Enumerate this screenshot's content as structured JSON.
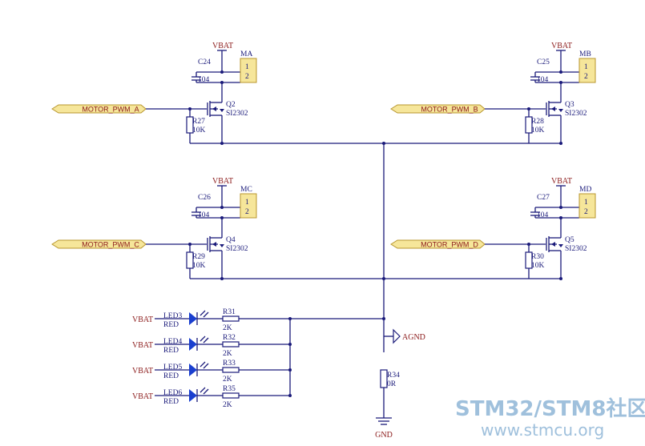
{
  "motor_channels": [
    {
      "pwm_label": "MOTOR_PWM_A",
      "transistor": "Q2",
      "part": "SI2302",
      "resistor": "R27",
      "resistor_value": "10K",
      "cap": "C24",
      "cap_value": "104",
      "connector": "MA",
      "supply": "VBAT",
      "pins": [
        "1",
        "2"
      ]
    },
    {
      "pwm_label": "MOTOR_PWM_B",
      "transistor": "Q3",
      "part": "SI2302",
      "resistor": "R28",
      "resistor_value": "10K",
      "cap": "C25",
      "cap_value": "104",
      "connector": "MB",
      "supply": "VBAT",
      "pins": [
        "1",
        "2"
      ]
    },
    {
      "pwm_label": "MOTOR_PWM_C",
      "transistor": "Q4",
      "part": "SI2302",
      "resistor": "R29",
      "resistor_value": "10K",
      "cap": "C26",
      "cap_value": "104",
      "connector": "MC",
      "supply": "VBAT",
      "pins": [
        "1",
        "2"
      ]
    },
    {
      "pwm_label": "MOTOR_PWM_D",
      "transistor": "Q5",
      "part": "SI2302",
      "resistor": "R30",
      "resistor_value": "10K",
      "cap": "C27",
      "cap_value": "104",
      "connector": "MD",
      "supply": "VBAT",
      "pins": [
        "1",
        "2"
      ]
    }
  ],
  "leds": [
    {
      "supply": "VBAT",
      "led": "LED3",
      "color": "RED",
      "resistor": "R31",
      "value": "2K"
    },
    {
      "supply": "VBAT",
      "led": "LED4",
      "color": "RED",
      "resistor": "R32",
      "value": "2K"
    },
    {
      "supply": "VBAT",
      "led": "LED5",
      "color": "RED",
      "resistor": "R33",
      "value": "2K"
    },
    {
      "supply": "VBAT",
      "led": "LED6",
      "color": "RED",
      "resistor": "R35",
      "value": "2K"
    }
  ],
  "agnd_label": "AGND",
  "ground_resistor": {
    "name": "R34",
    "value": "0R"
  },
  "gnd_label": "GND",
  "watermark": {
    "line1_a": "STM32",
    "line1_sep": "/",
    "line1_b": "STM8",
    "line1_c": "社区",
    "line2": "www.stmcu.org"
  },
  "colors": {
    "wire": "#1a1a7a",
    "net": "#8b1a1a",
    "port_fill": "#f6e69a",
    "port_stroke": "#b8962e",
    "connector_fill": "#f6e69a",
    "led": "#1a3fcf",
    "watermark": "#9fc0dc"
  }
}
